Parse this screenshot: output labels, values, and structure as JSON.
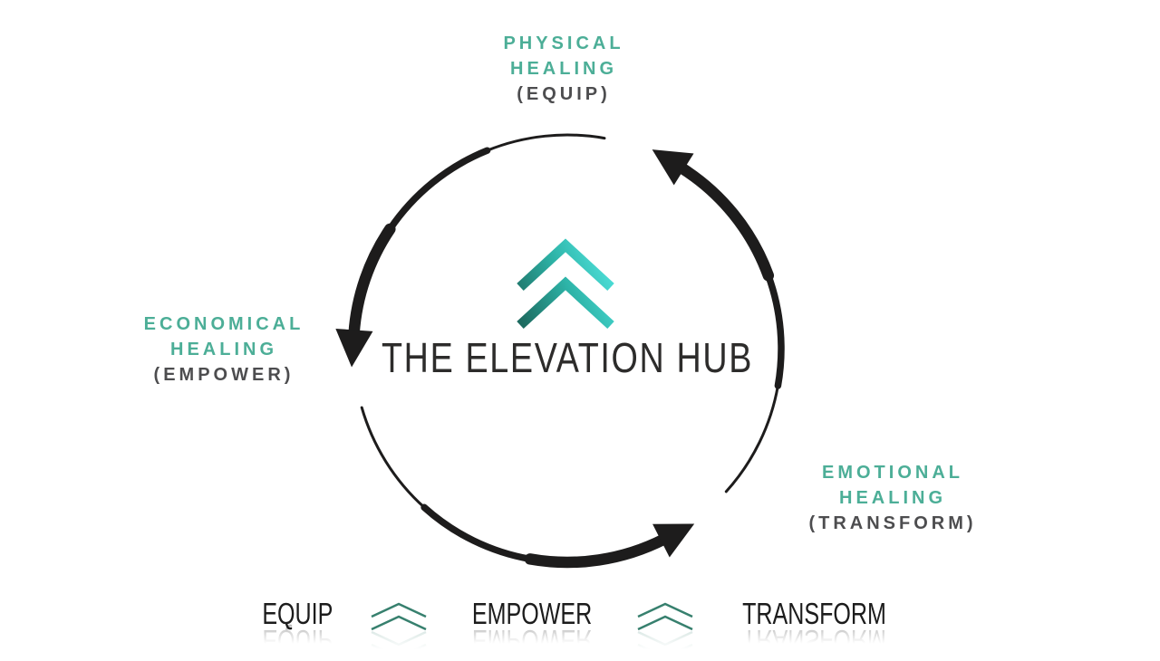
{
  "colors": {
    "background": "#ffffff",
    "teal_label": "#4cae97",
    "paren_label": "#4d4d4f",
    "cycle_ink": "#1d1c1c",
    "logo_text_ink": "#2d2c2b",
    "logo_chevron_gradient": [
      "#1d6b60",
      "#2db3a7",
      "#55e9e4"
    ],
    "separator_chevron": "#37806e",
    "footer_ink": "#1c1c1c"
  },
  "logo": {
    "title": "THE ELEVATION HUB",
    "icon": "double-chevron-up"
  },
  "diagram": {
    "type": "cycle",
    "direction": "counterclockwise",
    "arrow_count": 3,
    "nodes": [
      {
        "position": "top",
        "lines": [
          "PHYSICAL",
          "HEALING",
          "(EQUIP)"
        ]
      },
      {
        "position": "left",
        "lines": [
          "ECONOMICAL",
          "HEALING",
          "(EMPOWER)"
        ]
      },
      {
        "position": "right",
        "lines": [
          "EMOTIONAL",
          "HEALING",
          "(TRANSFORM)"
        ]
      }
    ]
  },
  "footer": {
    "sequence": [
      "EQUIP",
      "EMPOWER",
      "TRANSFORM"
    ],
    "separator_icon": "double-chevron-up"
  }
}
